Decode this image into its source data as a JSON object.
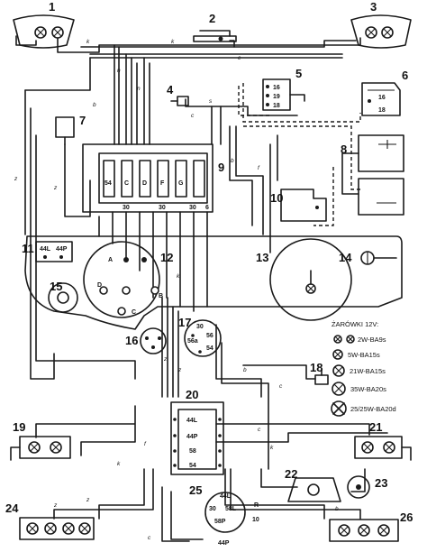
{
  "component_numbers": [
    "1",
    "2",
    "3",
    "4",
    "5",
    "6",
    "7",
    "8",
    "9",
    "10",
    "11",
    "12",
    "13",
    "14",
    "15",
    "16",
    "17",
    "18",
    "19",
    "20",
    "21",
    "22",
    "23",
    "24",
    "25",
    "26"
  ],
  "relay5_terminals": [
    "16",
    "19",
    "18"
  ],
  "relay6_terminals": [
    "16",
    "18"
  ],
  "fusebox_labels": [
    "54",
    "C",
    "D",
    "F",
    "G",
    "30",
    "30",
    "30",
    "6"
  ],
  "switch11_labels": [
    "44L",
    "44P"
  ],
  "connector20_terminals": [
    "44L",
    "44P",
    "58",
    "54"
  ],
  "cluster12_labels": [
    "A",
    "B",
    "C",
    "D"
  ],
  "switch17_terminals": [
    "30",
    "56",
    "56a",
    "54"
  ],
  "switch25_terminals": [
    "44L",
    "30",
    "58L",
    "58P",
    "R",
    "10",
    "44P"
  ],
  "wire_codes": [
    "k",
    "k",
    "z",
    "z",
    "s",
    "n",
    "n",
    "b",
    "b",
    "f",
    "c",
    "c",
    "k",
    "z",
    "z",
    "b",
    "c",
    "f",
    "k",
    "c",
    "k",
    "z",
    "z",
    "b",
    "c"
  ],
  "legend": {
    "title": "ŻARÓWKI 12V:",
    "items": [
      "2W-BA9s",
      "5W-BA15s",
      "21W-BA15s",
      "35W-BA20s",
      "25/25W-BA20d"
    ]
  }
}
